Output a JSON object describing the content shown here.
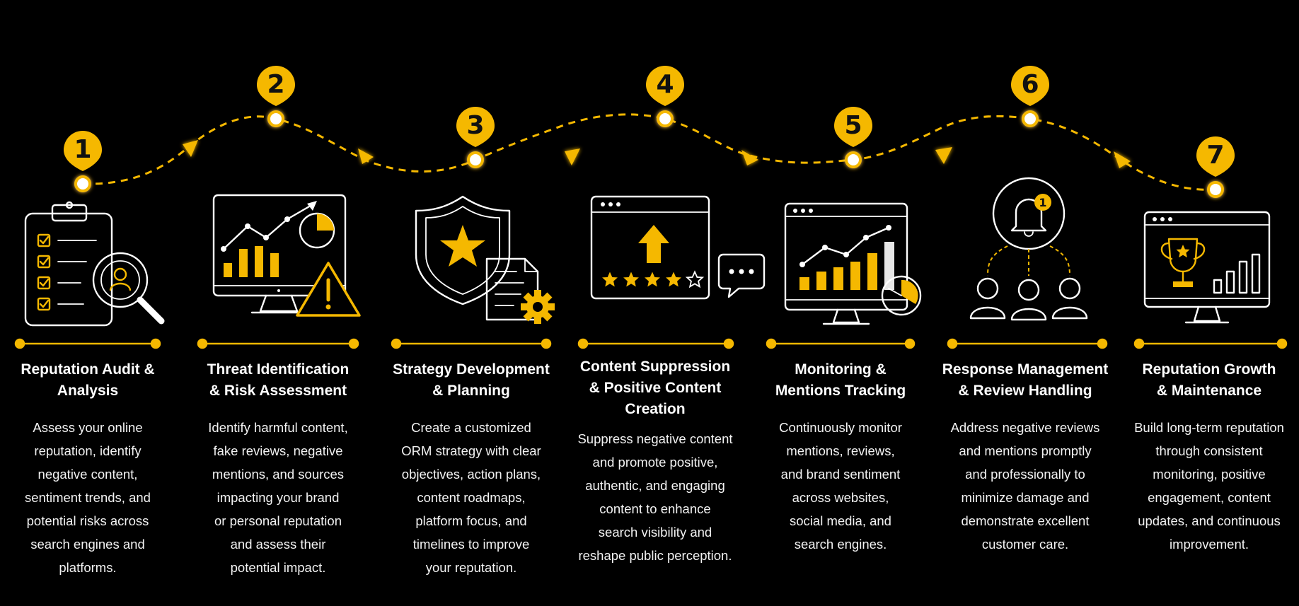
{
  "colors": {
    "accent": "#f5b800",
    "background": "#000000",
    "line": "#ffffff"
  },
  "steps": [
    {
      "number": "1",
      "title": "Reputation Audit & Analysis",
      "title_lines": [
        "Reputation Audit &",
        "Analysis"
      ],
      "desc_lines": [
        "Assess your online",
        "reputation, identify",
        "negative content,",
        "sentiment trends, and",
        "potential risks across",
        "search engines and",
        "platforms."
      ],
      "icon": "clipboard-magnifier-icon"
    },
    {
      "number": "2",
      "title": "Threat Identification & Risk Assessment",
      "title_lines": [
        "Threat Identification",
        "& Risk Assessment"
      ],
      "desc_lines": [
        "Identify harmful content,",
        "fake reviews, negative",
        "mentions, and sources",
        "impacting your brand",
        "or personal reputation",
        "and assess their",
        "potential impact."
      ],
      "icon": "monitor-warning-icon"
    },
    {
      "number": "3",
      "title": "Strategy Development & Planning",
      "title_lines": [
        "Strategy Development",
        "& Planning"
      ],
      "desc_lines": [
        "Create a customized",
        "ORM strategy with clear",
        "objectives, action plans,",
        "content roadmaps,",
        "platform focus, and",
        "timelines to improve",
        "your reputation."
      ],
      "icon": "shield-star-document-icon"
    },
    {
      "number": "4",
      "title": "Content Suppression & Positive Content Creation",
      "title_lines": [
        "Content Suppression",
        "& Positive Content",
        "Creation"
      ],
      "desc_lines": [
        "Suppress negative content",
        "and promote positive,",
        "authentic, and engaging",
        "content to enhance",
        "search visibility and",
        "reshape public perception."
      ],
      "icon": "browser-upload-stars-icon"
    },
    {
      "number": "5",
      "title": "Monitoring & Mentions Tracking",
      "title_lines": [
        "Monitoring &",
        "Mentions Tracking"
      ],
      "desc_lines": [
        "Continuously monitor",
        "mentions, reviews,",
        "and brand sentiment",
        "across websites,",
        "social media, and",
        "search engines."
      ],
      "icon": "monitor-chart-gauge-icon"
    },
    {
      "number": "6",
      "title": "Response Management & Review Handling",
      "title_lines": [
        "Response Management",
        "& Review Handling"
      ],
      "desc_lines": [
        "Address negative reviews",
        "and mentions promptly",
        "and professionally to",
        "minimize damage and",
        "demonstrate excellent",
        "customer care."
      ],
      "icon": "bell-users-network-icon",
      "badge": "1"
    },
    {
      "number": "7",
      "title": "Reputation Growth & Maintenance",
      "title_lines": [
        "Reputation Growth",
        "& Maintenance"
      ],
      "desc_lines": [
        "Build long-term reputation",
        "through consistent",
        "monitoring, positive",
        "engagement, content",
        "updates, and continuous",
        "improvement."
      ],
      "icon": "monitor-trophy-bars-icon"
    }
  ]
}
